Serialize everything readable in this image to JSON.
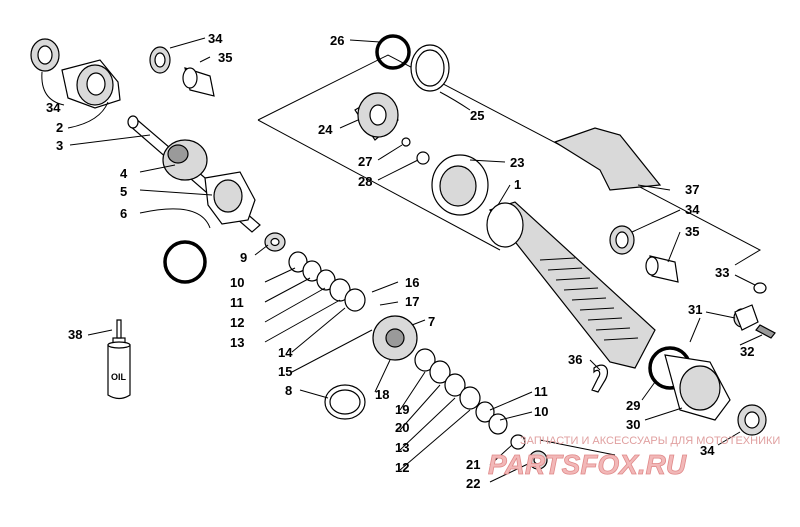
{
  "diagram": {
    "callouts": [
      {
        "id": "c34a",
        "text": "34"
      },
      {
        "id": "c35a",
        "text": "35"
      },
      {
        "id": "c34b",
        "text": "34"
      },
      {
        "id": "c2",
        "text": "2"
      },
      {
        "id": "c3",
        "text": "3"
      },
      {
        "id": "c4",
        "text": "4"
      },
      {
        "id": "c5",
        "text": "5"
      },
      {
        "id": "c6",
        "text": "6"
      },
      {
        "id": "c26",
        "text": "26"
      },
      {
        "id": "c25",
        "text": "25"
      },
      {
        "id": "c24",
        "text": "24"
      },
      {
        "id": "c27",
        "text": "27"
      },
      {
        "id": "c28",
        "text": "28"
      },
      {
        "id": "c23",
        "text": "23"
      },
      {
        "id": "c1",
        "text": "1"
      },
      {
        "id": "c37",
        "text": "37"
      },
      {
        "id": "c34c",
        "text": "34"
      },
      {
        "id": "c35c",
        "text": "35"
      },
      {
        "id": "c9",
        "text": "9"
      },
      {
        "id": "c10a",
        "text": "10"
      },
      {
        "id": "c11a",
        "text": "11"
      },
      {
        "id": "c12a",
        "text": "12"
      },
      {
        "id": "c13a",
        "text": "13"
      },
      {
        "id": "c16",
        "text": "16"
      },
      {
        "id": "c17",
        "text": "17"
      },
      {
        "id": "c7",
        "text": "7"
      },
      {
        "id": "c14",
        "text": "14"
      },
      {
        "id": "c15",
        "text": "15"
      },
      {
        "id": "c8",
        "text": "8"
      },
      {
        "id": "c18",
        "text": "18"
      },
      {
        "id": "c19",
        "text": "19"
      },
      {
        "id": "c20",
        "text": "20"
      },
      {
        "id": "c13b",
        "text": "13"
      },
      {
        "id": "c12b",
        "text": "12"
      },
      {
        "id": "c11b",
        "text": "11"
      },
      {
        "id": "c10b",
        "text": "10"
      },
      {
        "id": "c21",
        "text": "21"
      },
      {
        "id": "c22",
        "text": "22"
      },
      {
        "id": "c33",
        "text": "33"
      },
      {
        "id": "c31",
        "text": "31"
      },
      {
        "id": "c32",
        "text": "32"
      },
      {
        "id": "c36",
        "text": "36"
      },
      {
        "id": "c29",
        "text": "29"
      },
      {
        "id": "c30",
        "text": "30"
      },
      {
        "id": "c34d",
        "text": "34"
      },
      {
        "id": "c38",
        "text": "38"
      }
    ],
    "oil_label": "OIL"
  },
  "watermark": {
    "tagline": "ЗАПЧАСТИ И АКСЕССУАРЫ ДЛЯ МОТОТЕХНИКИ",
    "brand": "PARTSFOX.RU"
  }
}
